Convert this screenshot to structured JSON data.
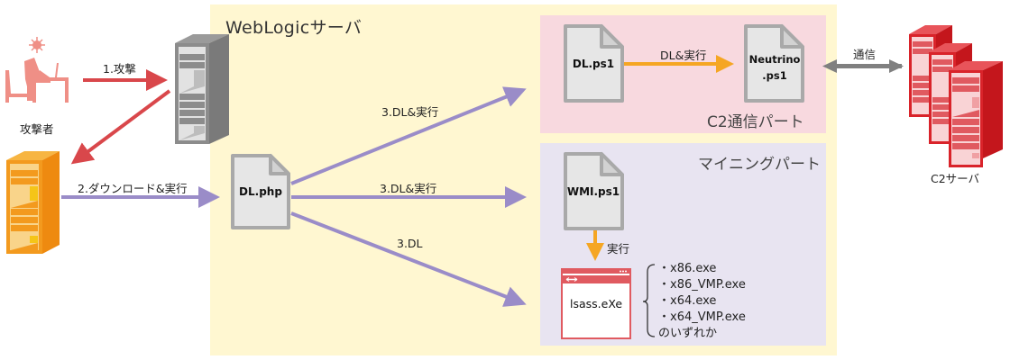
{
  "diagram": {
    "webserver_panel": {
      "title": "WebLogicサーバ"
    },
    "c2_part": {
      "title": "C2通信パート"
    },
    "mining_part": {
      "title": "マイニングパート"
    },
    "actors": {
      "attacker": {
        "label": "攻撃者",
        "icon": "person-at-computer-icon",
        "color": "#ef8f86"
      },
      "victim_server": {
        "icon": "server-tower-icon",
        "color": "#8a8a8a"
      },
      "download_server": {
        "icon": "server-tower-icon",
        "color": "#f39a1e"
      },
      "c2_server": {
        "label": "C2サーバ",
        "icon": "server-cluster-icon",
        "color": "#d9232a"
      }
    },
    "files": {
      "dl_php": "DL.php",
      "dl_ps1": "DL.ps1",
      "neutrino_ps1_line1": "Neutrino",
      "neutrino_ps1_line2": ".ps1",
      "wmi_ps1": "WMI.ps1",
      "lsass_exe": "lsass.eXe"
    },
    "arrows": {
      "attack": "1.攻撃",
      "download_exec": "2.ダウンロード&実行",
      "dl_exec_c2": "3.DL&実行",
      "dl_exec_wmi": "3.DL&実行",
      "dl_only": "3.DL",
      "dl_exec_inner": "DL&実行",
      "exec": "実行",
      "comm": "通信"
    },
    "exe_variants": {
      "items": [
        "・x86.exe",
        "・x86_VMP.exe",
        "・x64.exe",
        "・x64_VMP.exe"
      ],
      "suffix": "のいずれか"
    },
    "colors": {
      "attack_arrow": "#d9474b",
      "flow_arrow": "#9a8cc8",
      "exec_arrow": "#f5a623",
      "comm_arrow": "#808080"
    }
  }
}
